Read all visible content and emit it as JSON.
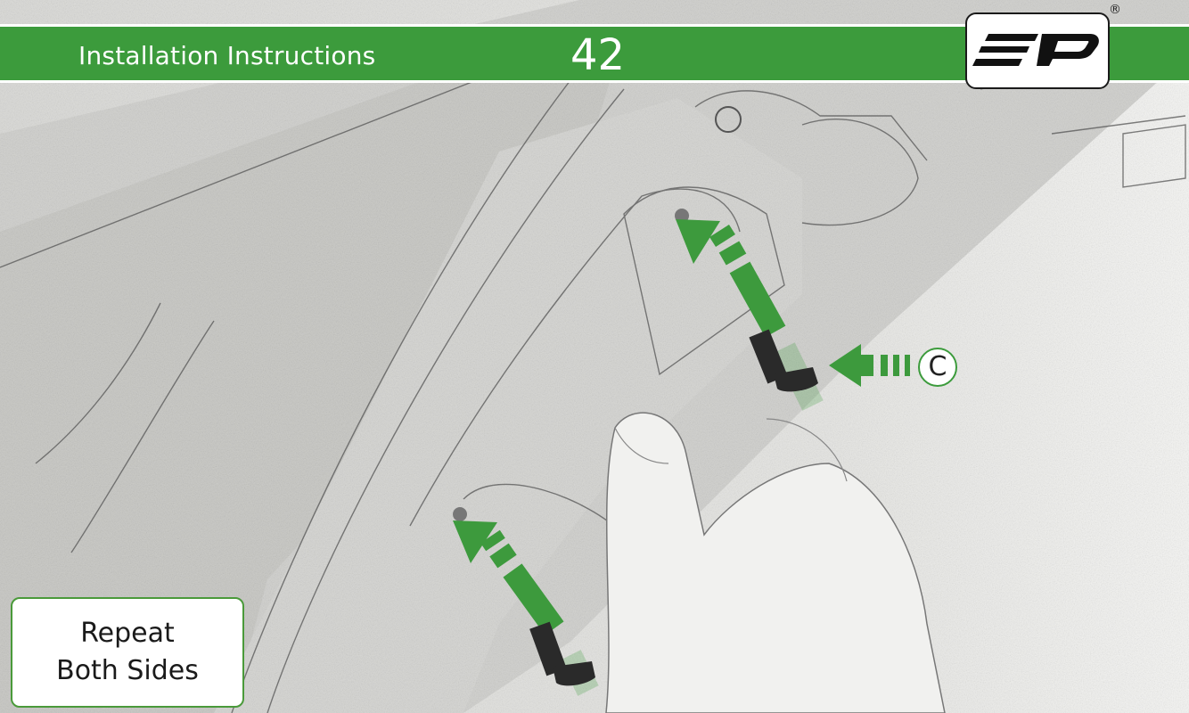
{
  "header": {
    "title": "Installation Instructions",
    "page_number": "42"
  },
  "logo": {
    "text": "EP",
    "registered_mark": "®"
  },
  "callout": {
    "label": "C"
  },
  "notice": {
    "line1": "Repeat",
    "line2": "Both Sides"
  },
  "colors": {
    "accent_green": "#3c9b3c",
    "arrow_green": "#3d9a3d",
    "bolt": "#2a2a2a"
  },
  "icons": [
    "bolt-icon",
    "insert-arrow-icon",
    "callout-arrow-icon",
    "ep-logo-icon"
  ]
}
